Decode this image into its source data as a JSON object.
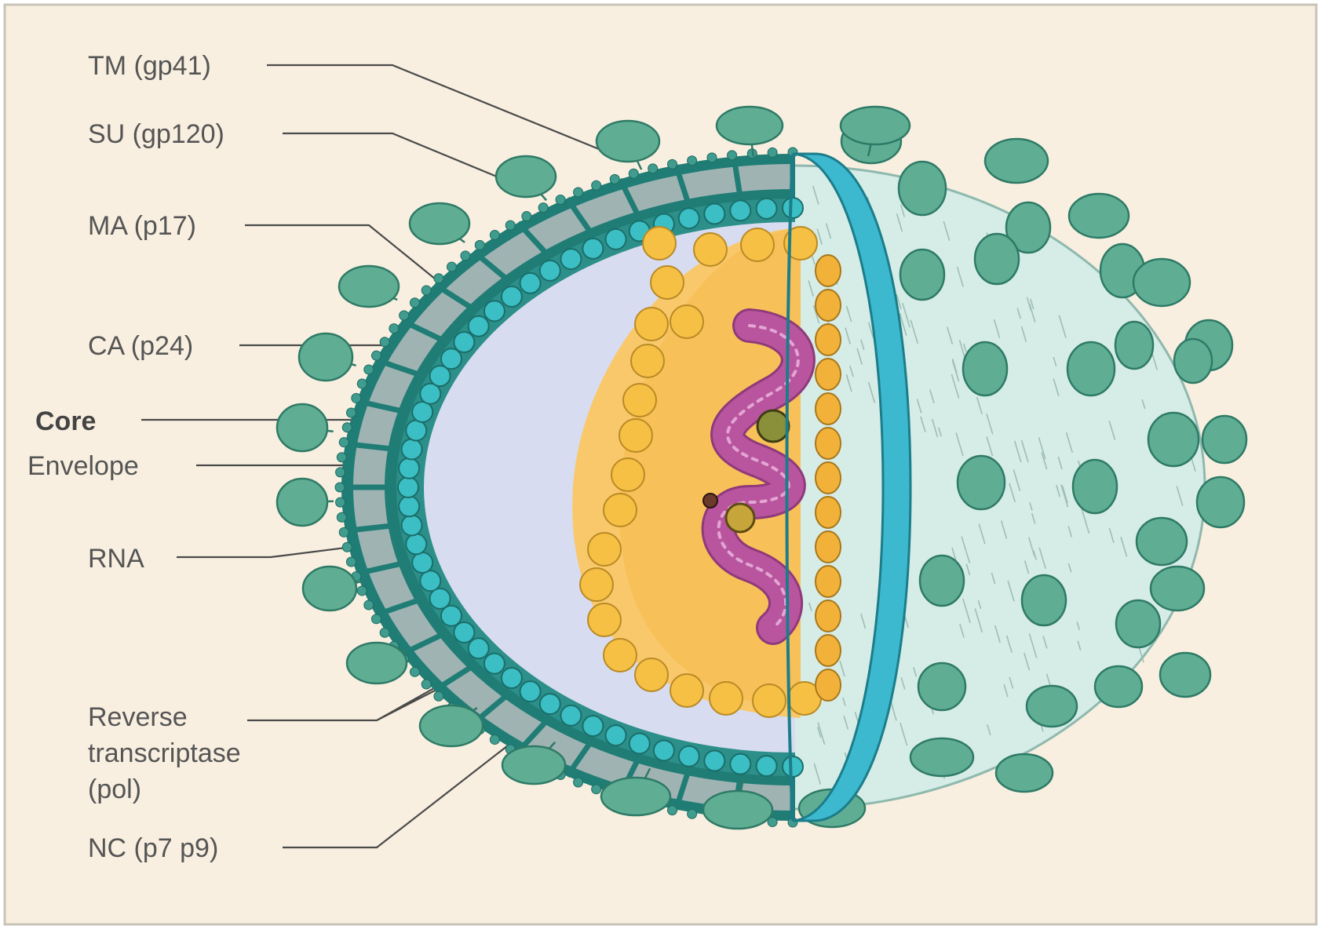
{
  "labels": [
    {
      "id": "tm",
      "text": "TM (gp41)",
      "bold": false
    },
    {
      "id": "su",
      "text": "SU (gp120)",
      "bold": false
    },
    {
      "id": "ma",
      "text": "MA (p17)",
      "bold": false
    },
    {
      "id": "ca",
      "text": "CA (p24)",
      "bold": false
    },
    {
      "id": "core",
      "text": "Core",
      "bold": true
    },
    {
      "id": "envelope",
      "text": "Envelope",
      "bold": false
    },
    {
      "id": "rna",
      "text": "RNA",
      "bold": false
    },
    {
      "id": "rt",
      "lines": [
        "Reverse",
        "transcriptase",
        "(pol)"
      ],
      "bold": false
    },
    {
      "id": "nc",
      "text": "NC (p7 p9)",
      "bold": false
    }
  ],
  "colors": {
    "background": "#f8efe0",
    "frame": "#c9c3b8",
    "label_text": "#555555",
    "leader": "#4a4a4a",
    "knob_fill": "#5fae94",
    "knob_stroke": "#2f7a66",
    "envelope_dark": "#1f7d75",
    "envelope_gray": "#9fb3b3",
    "matrix_bead": "#3bbfc4",
    "interior": "#d7dcf0",
    "core_fill": "#f9c86b",
    "core_bead": "#f6c045",
    "core_bead_stroke": "#b98a25",
    "rna_fill": "#b9559e",
    "outer_sphere": "#d6ece6",
    "cut_rim": "#3cb8cf"
  }
}
